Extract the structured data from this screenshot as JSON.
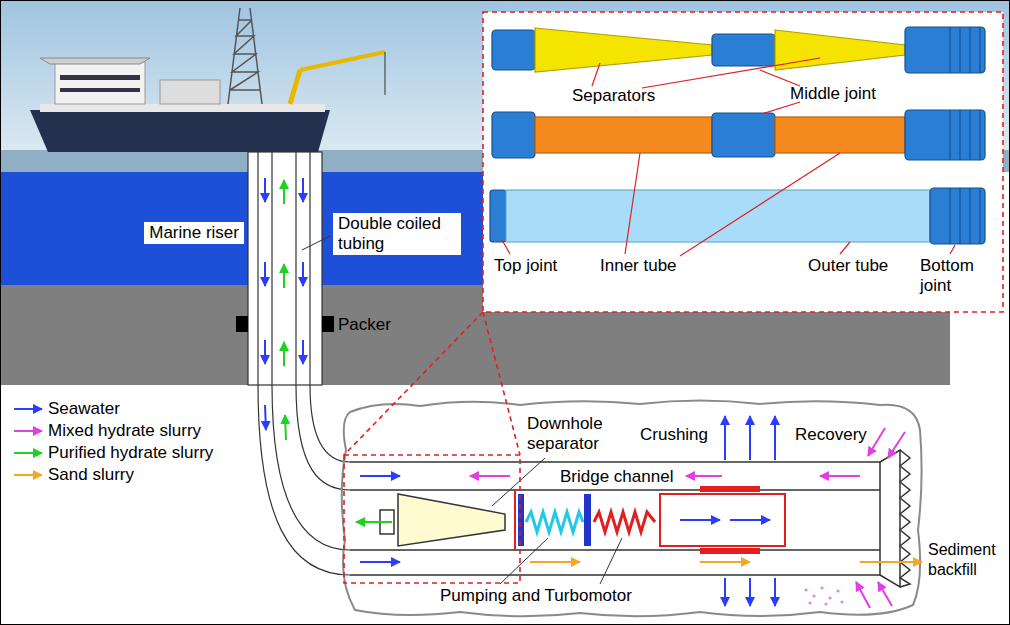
{
  "diagram": {
    "nodes": [
      {
        "text": [
          "Marine riser"
        ]
      },
      {
        "text": [
          "Double coiled tubing"
        ]
      }
    ],
    "labels": [
      "Packer",
      "Downhole separator",
      "Crushing",
      "Recovery",
      "Bridge channel",
      "Sediment backfill",
      "Pumping and Turbomotor",
      "Separators",
      "Middle joint",
      "Top joint",
      "Inner tube",
      "Outer tube",
      "Bottom joint"
    ],
    "legend": [
      {
        "text": "Seawater"
      },
      {
        "text": "Mixed hydrate slurry"
      },
      {
        "text": "Purified hydrate slurry"
      },
      {
        "text": "Sand slurry"
      }
    ]
  }
}
